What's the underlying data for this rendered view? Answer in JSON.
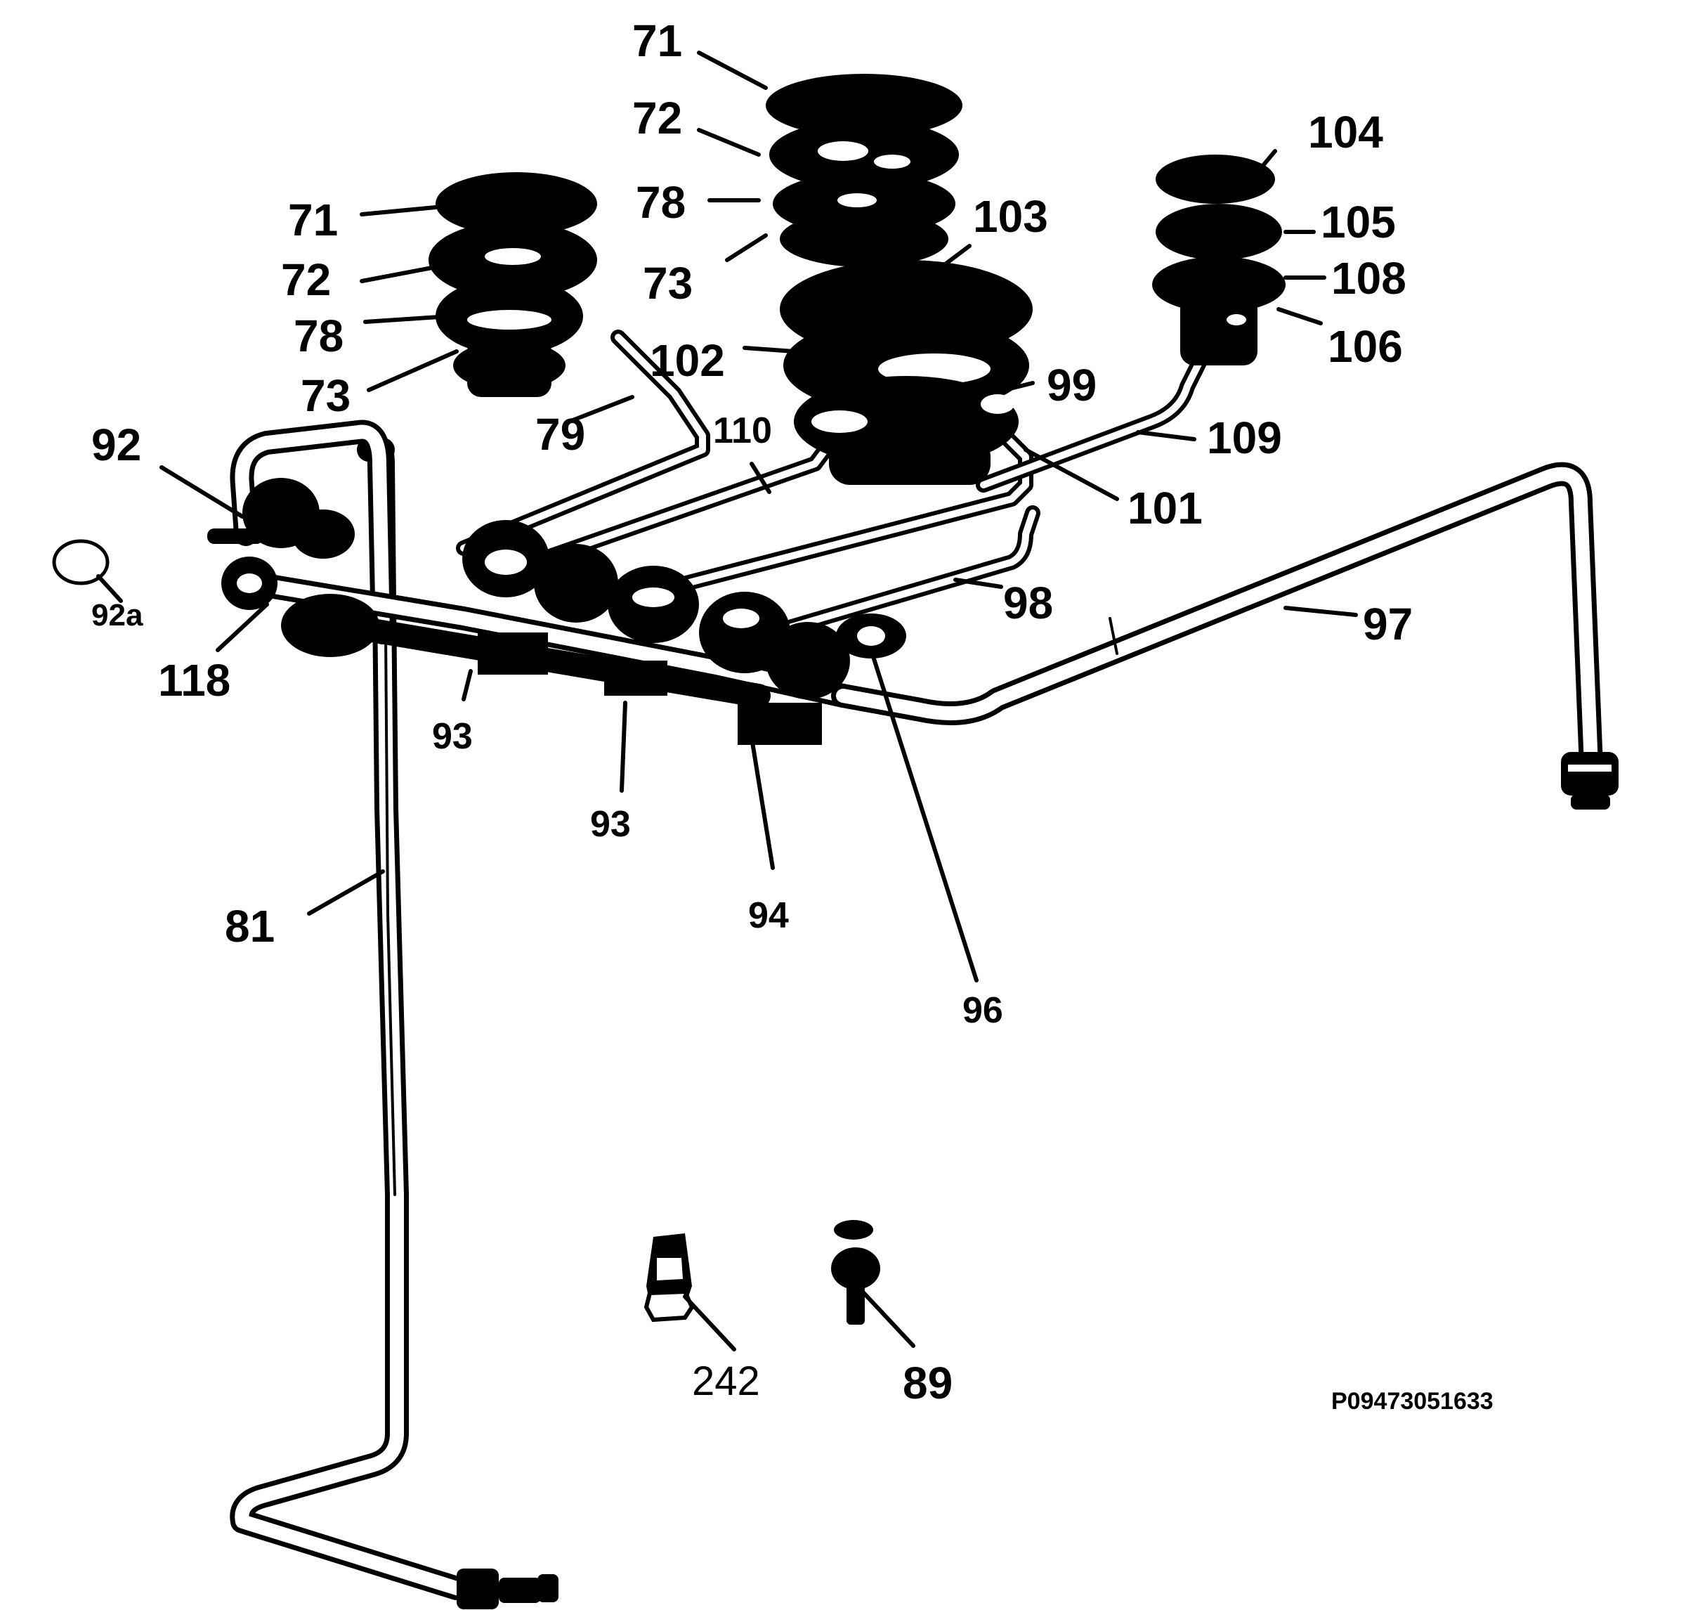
{
  "drawing_code": "P09473051633",
  "callouts": {
    "c71a": "71",
    "c72a": "72",
    "c78a": "78",
    "c73a": "73",
    "c71b": "71",
    "c72b": "72",
    "c78b": "78",
    "c73b": "73",
    "c104": "104",
    "c105": "105",
    "c108": "108",
    "c106": "106",
    "c103": "103",
    "c102": "102",
    "c99": "99",
    "c79": "79",
    "c110": "110",
    "c109": "109",
    "c101": "101",
    "c92": "92",
    "c92a": "92a",
    "c118": "118",
    "c98": "98",
    "c97": "97",
    "c93a": "93",
    "c93b": "93",
    "c94": "94",
    "c96": "96",
    "c81": "81",
    "c242": "242",
    "c89": "89"
  }
}
